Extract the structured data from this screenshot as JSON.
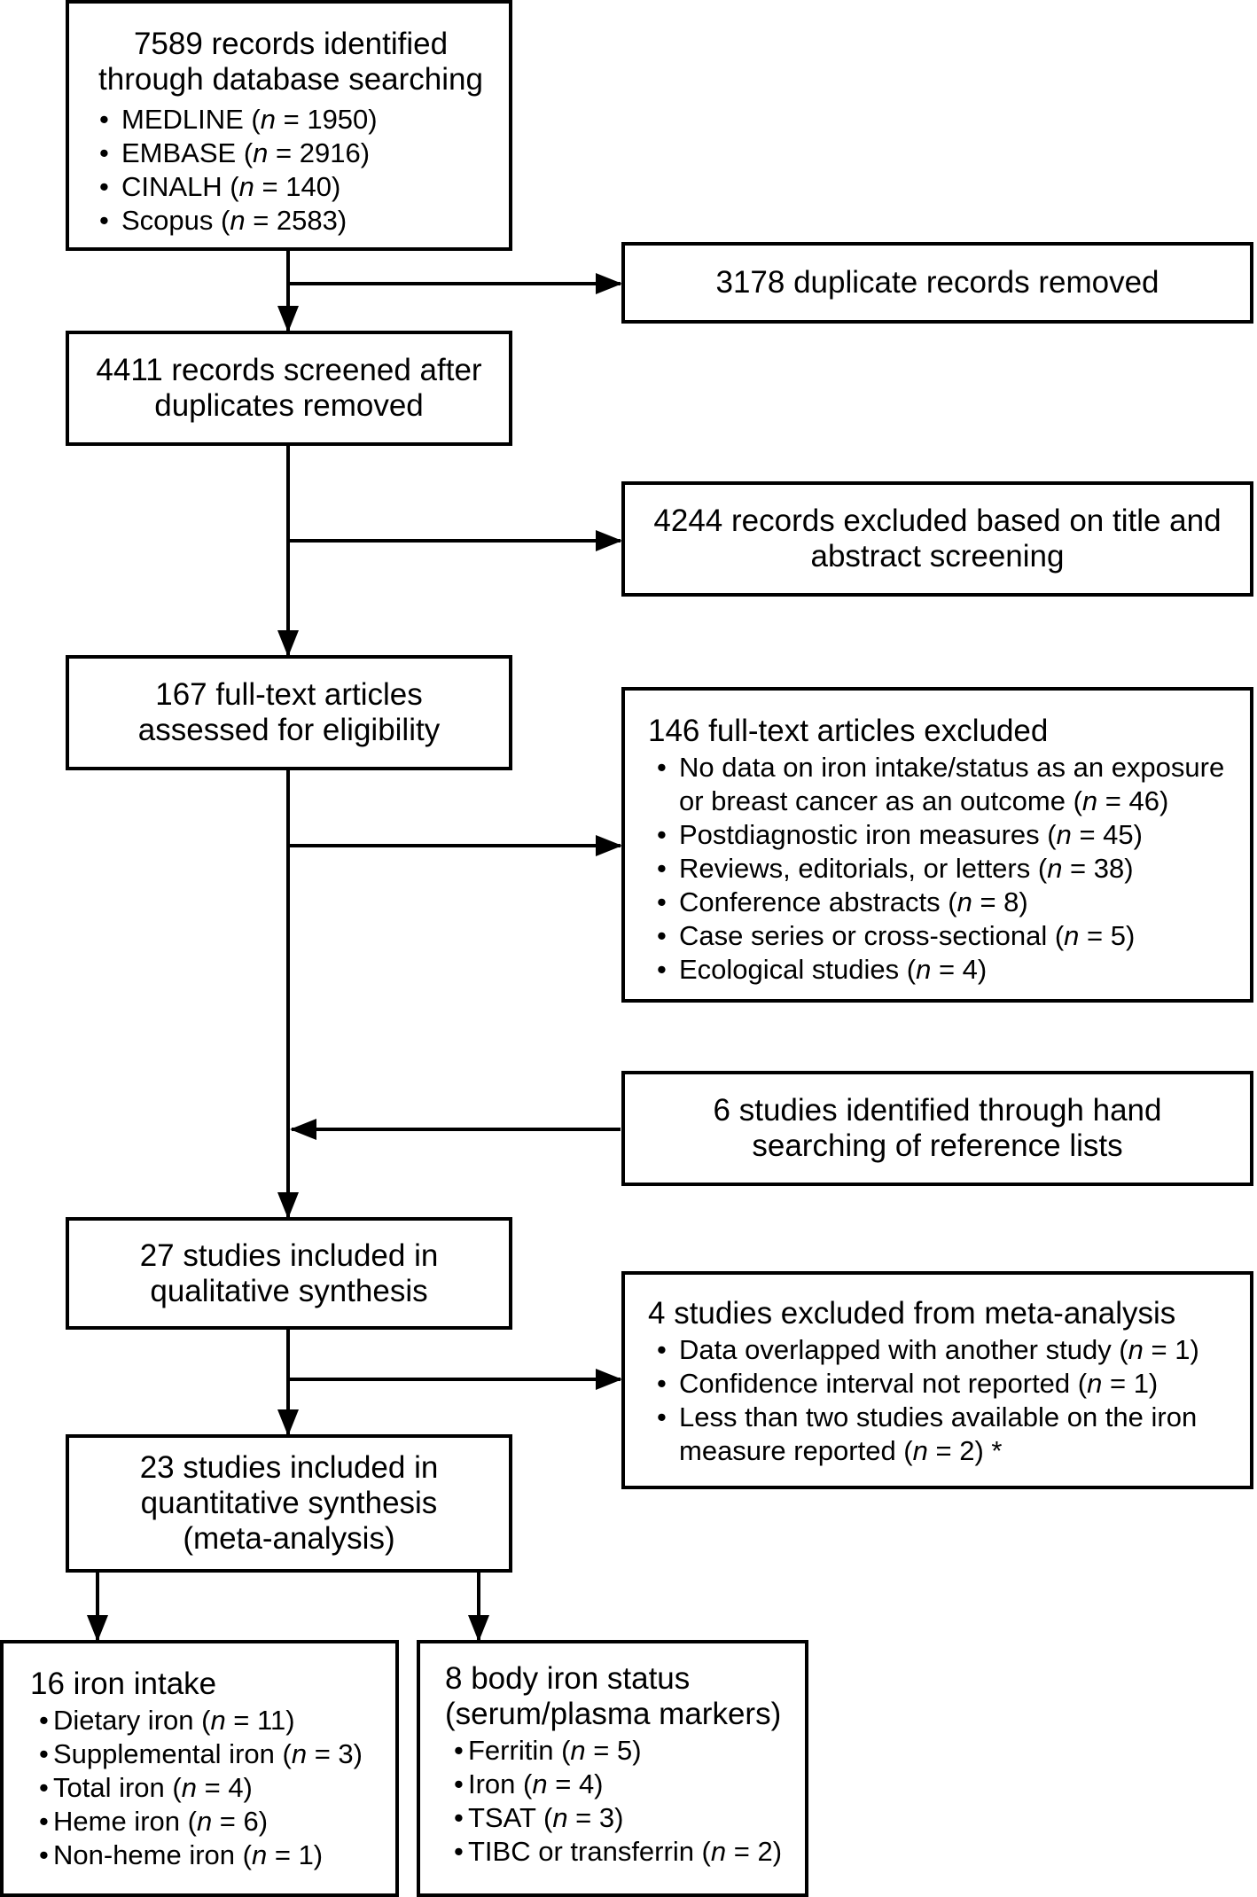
{
  "boxes": {
    "identified": {
      "title": "7589 records identified through database searching",
      "items": [
        {
          "pre": "MEDLINE (",
          "n": "n",
          "post": " = 1950)"
        },
        {
          "pre": "EMBASE (",
          "n": "n",
          "post": " = 2916)"
        },
        {
          "pre": "CINALH (",
          "n": "n",
          "post": " = 140)"
        },
        {
          "pre": "Scopus (",
          "n": "n",
          "post": " = 2583)"
        }
      ]
    },
    "duplicates": {
      "title": "3178 duplicate records removed"
    },
    "screened": {
      "title": "4411 records screened after duplicates removed"
    },
    "excluded_title": {
      "title": "4244 records excluded based on title and abstract screening"
    },
    "fulltext": {
      "title": "167 full-text articles assessed for eligibility"
    },
    "fulltext_excluded": {
      "title": "146 full-text articles excluded",
      "items": [
        {
          "pre": "No data on iron intake/status as an exposure or breast cancer as an outcome (",
          "n": "n",
          "post": " = 46)"
        },
        {
          "pre": "Postdiagnostic iron measures (",
          "n": "n",
          "post": " = 45)"
        },
        {
          "pre": "Reviews, editorials, or letters (",
          "n": "n",
          "post": " = 38)"
        },
        {
          "pre": "Conference abstracts (",
          "n": "n",
          "post": " = 8)"
        },
        {
          "pre": "Case series or cross-sectional (",
          "n": "n",
          "post": " = 5)"
        },
        {
          "pre": "Ecological studies (",
          "n": "n",
          "post": " = 4)"
        }
      ]
    },
    "hand_search": {
      "title": "6 studies identified through hand searching of reference lists"
    },
    "qualitative": {
      "title": "27 studies included in qualitative synthesis"
    },
    "meta_excluded": {
      "title": "4 studies excluded from meta-analysis",
      "items": [
        {
          "pre": "Data overlapped with another study (",
          "n": "n",
          "post": " = 1)"
        },
        {
          "pre": "Confidence interval not reported (",
          "n": "n",
          "post": " = 1)"
        },
        {
          "pre": "Less than two studies available on the iron measure reported (",
          "n": "n",
          "post": " = 2) *"
        }
      ]
    },
    "quantitative": {
      "title": "23 studies included in quantitative synthesis (meta-analysis)"
    },
    "iron_intake": {
      "title": "16 iron intake",
      "items": [
        {
          "pre": "Dietary iron (",
          "n": "n",
          "post": " = 11)"
        },
        {
          "pre": "Supplemental iron (",
          "n": "n",
          "post": " = 3)"
        },
        {
          "pre": "Total iron (",
          "n": "n",
          "post": " = 4)"
        },
        {
          "pre": "Heme iron (",
          "n": "n",
          "post": " = 6)"
        },
        {
          "pre": "Non-heme iron (",
          "n": "n",
          "post": " = 1)"
        }
      ]
    },
    "iron_status": {
      "title": "8 body iron status (serum/plasma markers)",
      "items": [
        {
          "pre": "Ferritin (",
          "n": "n",
          "post": " = 5)"
        },
        {
          "pre": "Iron (",
          "n": "n",
          "post": " = 4)"
        },
        {
          "pre": "TSAT (",
          "n": "n",
          "post": " = 3)"
        },
        {
          "pre": "TIBC or transferrin (",
          "n": "n",
          "post": " = 2)"
        }
      ]
    }
  }
}
